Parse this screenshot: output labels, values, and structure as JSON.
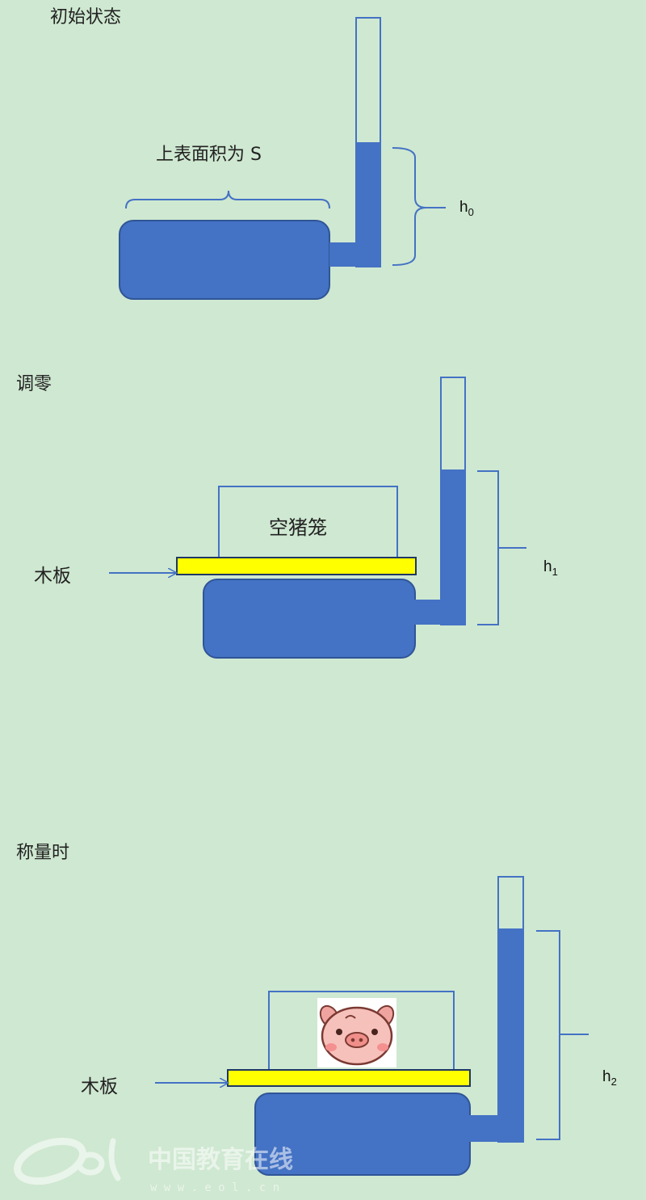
{
  "stage1": {
    "title": "初始状态",
    "area_label": "上表面积为 S",
    "h_label": "h",
    "h_sub": "0"
  },
  "stage2": {
    "title": "调零",
    "board_label": "木板",
    "cage_label": "空猪笼",
    "h_label": "h",
    "h_sub": "1"
  },
  "stage3": {
    "title": "称量时",
    "board_label": "木板",
    "h_label": "h",
    "h_sub": "2"
  },
  "watermark": {
    "text": "中国教育在线",
    "url": "w w w . e o l . c n"
  },
  "colors": {
    "background": "#cfe8d1",
    "liquid": "#4472c4",
    "board": "#ffff00",
    "outline": "#4472c4"
  }
}
